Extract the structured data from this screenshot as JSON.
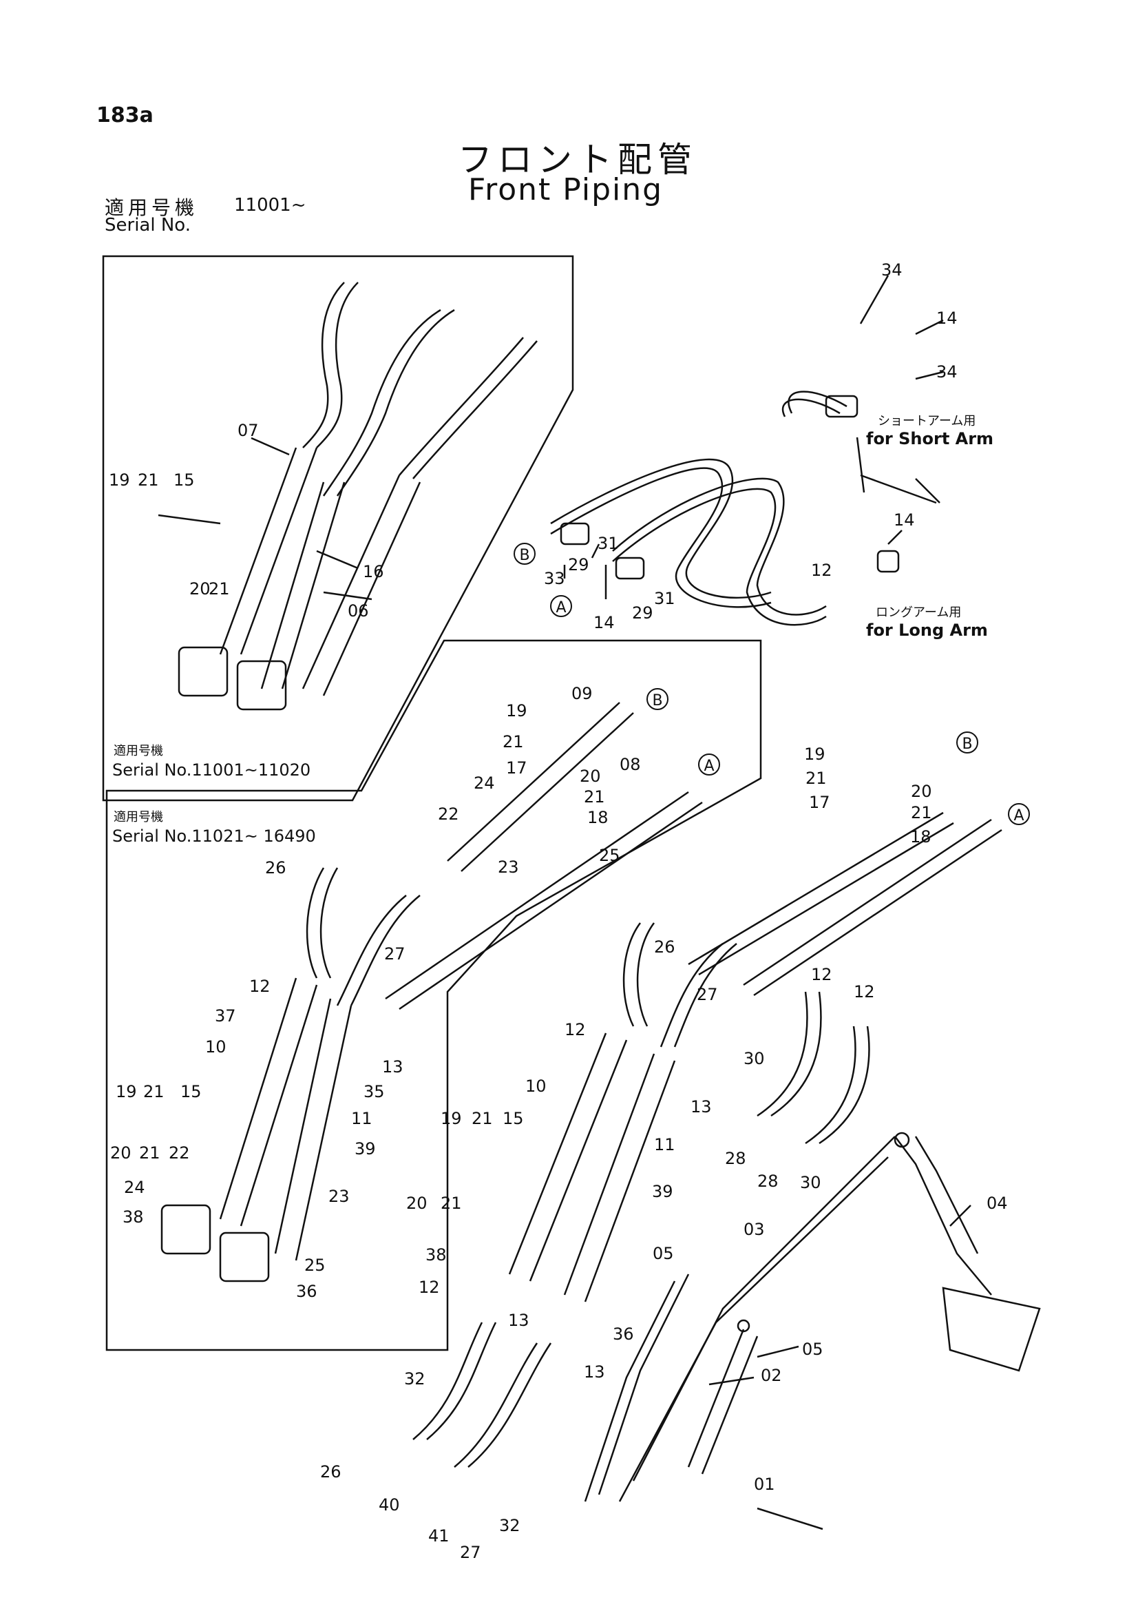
{
  "page_number": "183a",
  "title_jp": "フロント配管",
  "title_en": "Front Piping",
  "serial_label_jp": "適用号機",
  "serial_label_en": "Serial No.",
  "serial_value": "11001~",
  "boxes": {
    "upper_left": {
      "label_jp": "適用号機",
      "label_en": "Serial No.11001~11020"
    },
    "lower_left": {
      "label_jp": "適用号機",
      "label_en": "Serial No.11021~ 16490"
    }
  },
  "arm_notes": {
    "short_jp": "ショートアーム用",
    "short_en": "for Short Arm",
    "long_jp": "ロングアーム用",
    "long_en": "for Long Arm"
  },
  "circle_markers": [
    "A",
    "B"
  ],
  "part_numbers": {
    "upper_left": [
      "07",
      "19",
      "21",
      "15",
      "20",
      "21",
      "16",
      "06"
    ],
    "upper_right": [
      "34",
      "14",
      "34",
      "33",
      "29",
      "31",
      "14",
      "29",
      "31",
      "12",
      "14"
    ],
    "lower_left": [
      "26",
      "27",
      "12",
      "37",
      "10",
      "13",
      "35",
      "11",
      "19",
      "21",
      "15",
      "20",
      "21",
      "22",
      "39",
      "24",
      "23",
      "38",
      "25",
      "36"
    ],
    "middle_box": [
      "19",
      "09",
      "21",
      "17",
      "20",
      "08",
      "21",
      "24",
      "18",
      "22",
      "23",
      "25"
    ],
    "right_center": [
      "19",
      "21",
      "17",
      "20",
      "21",
      "18",
      "26",
      "27",
      "12",
      "12",
      "12",
      "10",
      "13",
      "19",
      "21",
      "15",
      "11",
      "30",
      "28",
      "28",
      "30",
      "20",
      "21",
      "39"
    ],
    "bottom": [
      "38",
      "12",
      "13",
      "36",
      "13",
      "32",
      "26",
      "40",
      "41",
      "27",
      "32",
      "05",
      "03",
      "04",
      "05",
      "02",
      "01"
    ]
  }
}
